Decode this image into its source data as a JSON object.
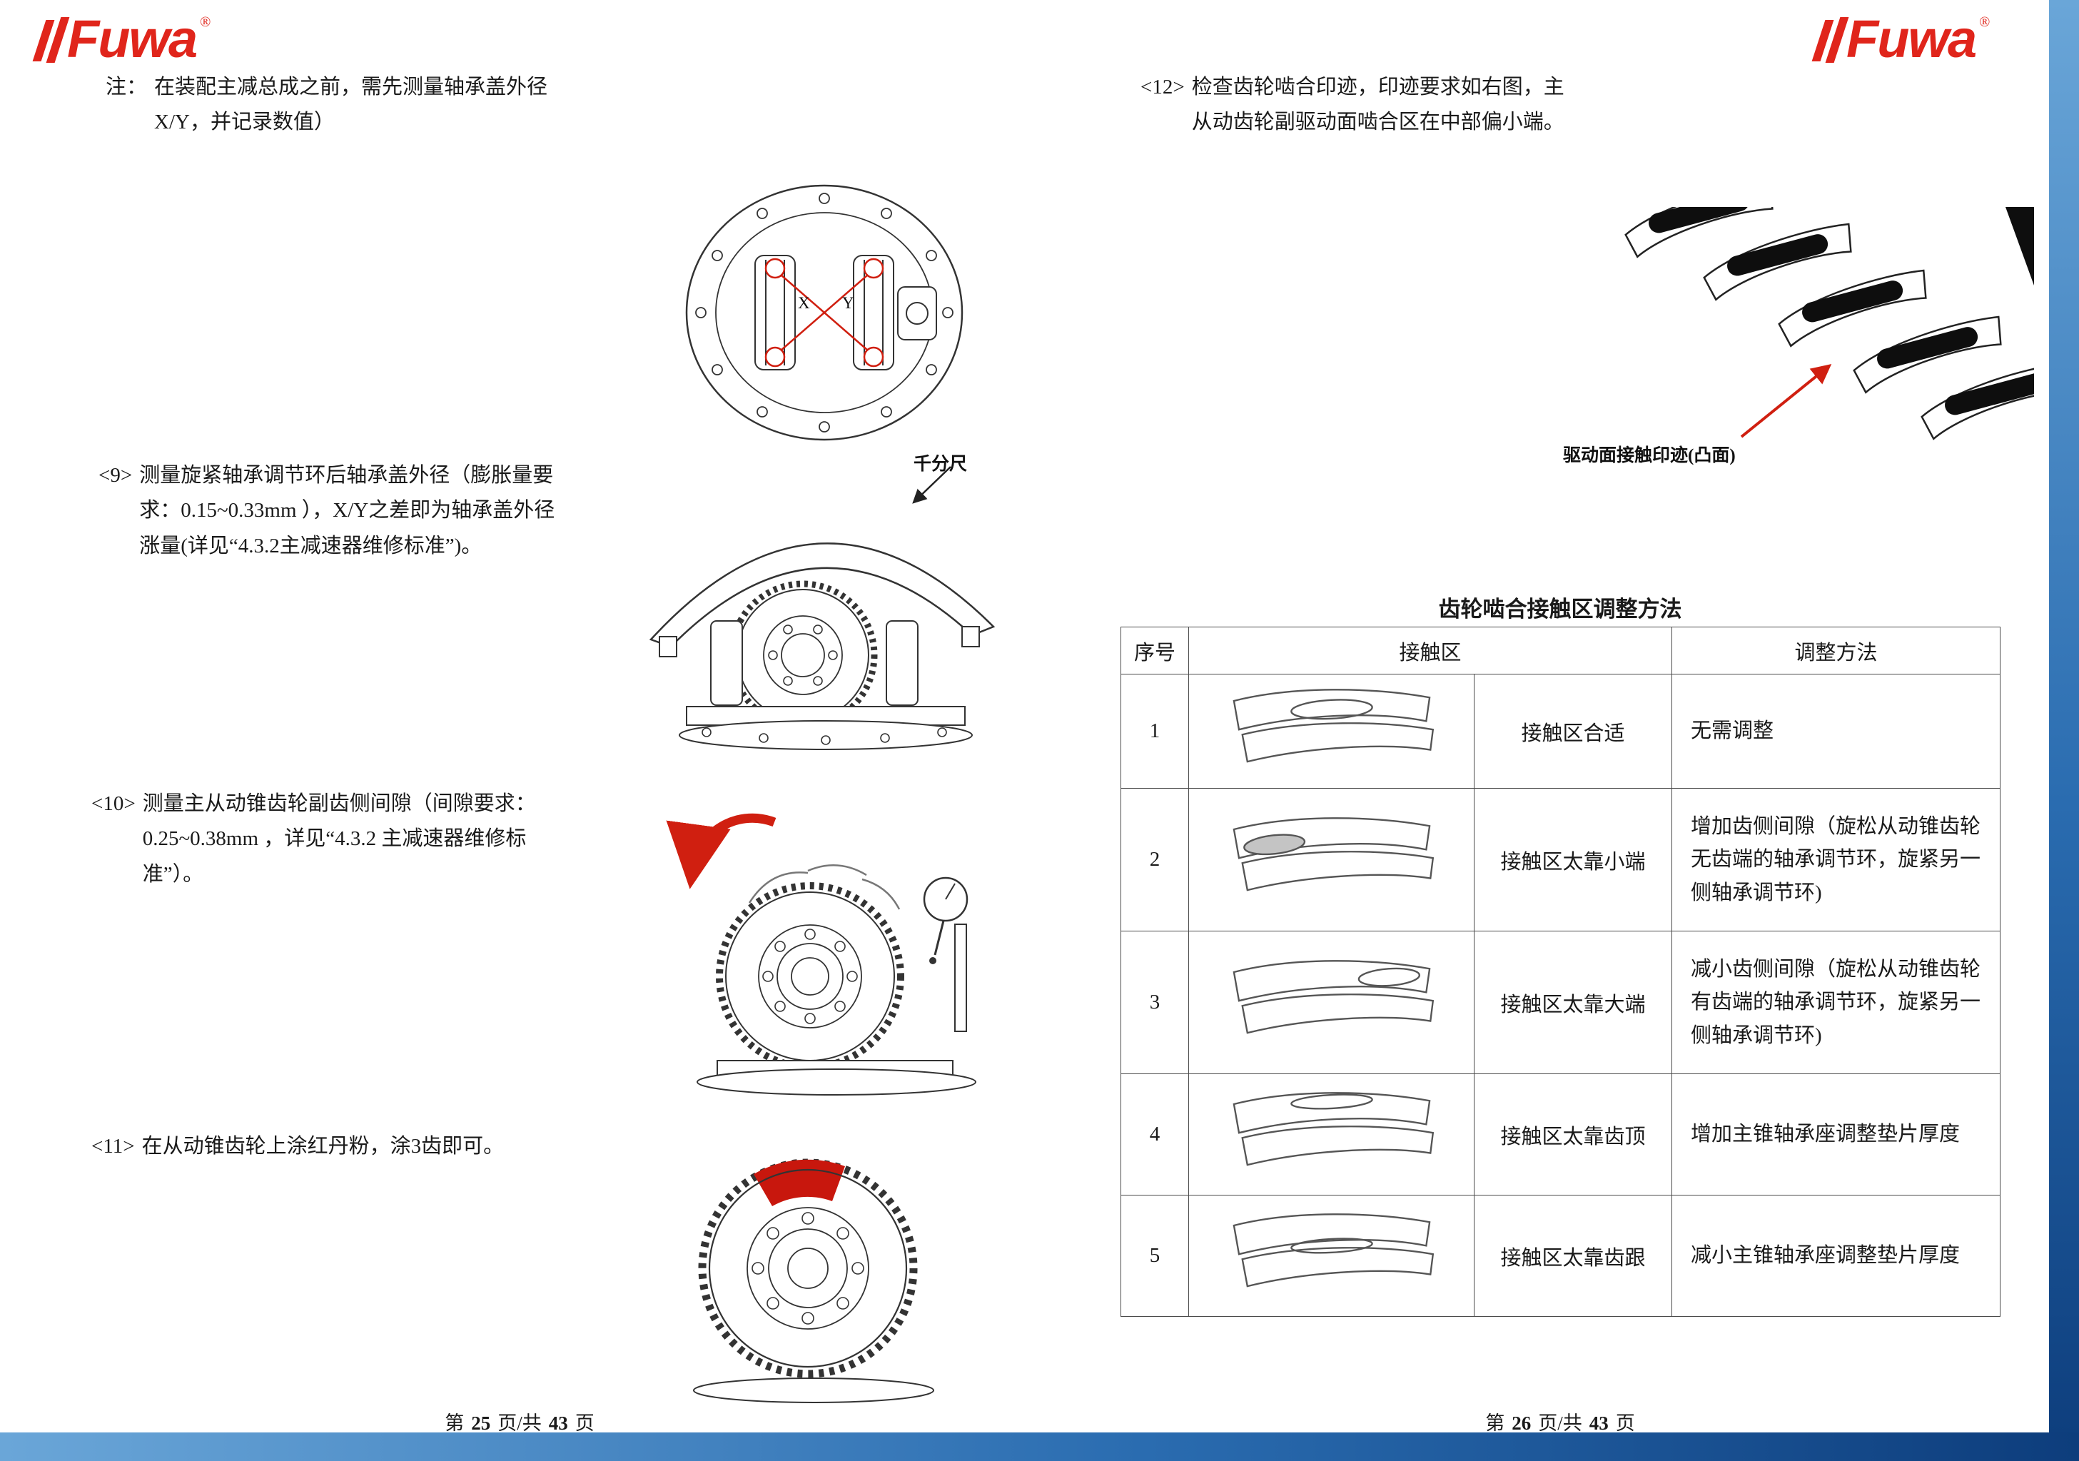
{
  "brand": {
    "name": "Fuwa",
    "reg": "®"
  },
  "colors": {
    "brand_red": "#e0251b",
    "accent_blue_light": "#6aa6d8",
    "accent_blue_dark": "#0d3d7c",
    "diagram_red": "#d01f10"
  },
  "left_page": {
    "note": {
      "tag": "注：",
      "text": "在装配主减总成之前，需先测量轴承盖外径X/Y，并记录数值）"
    },
    "housing_diagram": {
      "label_x": "X",
      "label_y": "Y"
    },
    "step9": {
      "tag": "<9>",
      "text": "测量旋紧轴承调节环后轴承盖外径（膨胀量要求：0.15~0.33mm ），X/Y之差即为轴承盖外径涨量(详见“4.3.2主减速器维修标准”)。"
    },
    "micrometer_label": "千分尺",
    "step10": {
      "tag": "<10>",
      "text": "测量主从动锥齿轮副齿侧间隙（间隙要求：0.25~0.38mm ，详见“4.3.2 主减速器维修标准”）。"
    },
    "step11": {
      "tag": "<11>",
      "text": "在从动锥齿轮上涂红丹粉，涂3齿即可。"
    },
    "footer": {
      "pre": "第",
      "page": "25",
      "mid": "页/共",
      "total": "43",
      "post": "页"
    }
  },
  "right_page": {
    "step12": {
      "tag": "<12>",
      "text": "检查齿轮啮合印迹，印迹要求如右图，主从动齿轮副驱动面啮合区在中部偏小端。"
    },
    "contact_label": "驱动面接触印迹(凸面)",
    "table": {
      "title": "齿轮啮合接触区调整方法",
      "headers": [
        "序号",
        "接触区",
        "调整方法"
      ],
      "rows": [
        {
          "num": "1",
          "zone": "接触区合适",
          "method": "无需调整"
        },
        {
          "num": "2",
          "zone": "接触区太靠小端",
          "method": "增加齿侧间隙（旋松从动锥齿轮无齿端的轴承调节环，旋紧另一侧轴承调节环)"
        },
        {
          "num": "3",
          "zone": "接触区太靠大端",
          "method": "减小齿侧间隙（旋松从动锥齿轮有齿端的轴承调节环，旋紧另一侧轴承调节环)"
        },
        {
          "num": "4",
          "zone": "接触区太靠齿顶",
          "method": "增加主锥轴承座调整垫片厚度"
        },
        {
          "num": "5",
          "zone": "接触区太靠齿跟",
          "method": "减小主锥轴承座调整垫片厚度"
        }
      ]
    },
    "footer": {
      "pre": "第",
      "page": "26",
      "mid": "页/共",
      "total": "43",
      "post": "页"
    }
  }
}
